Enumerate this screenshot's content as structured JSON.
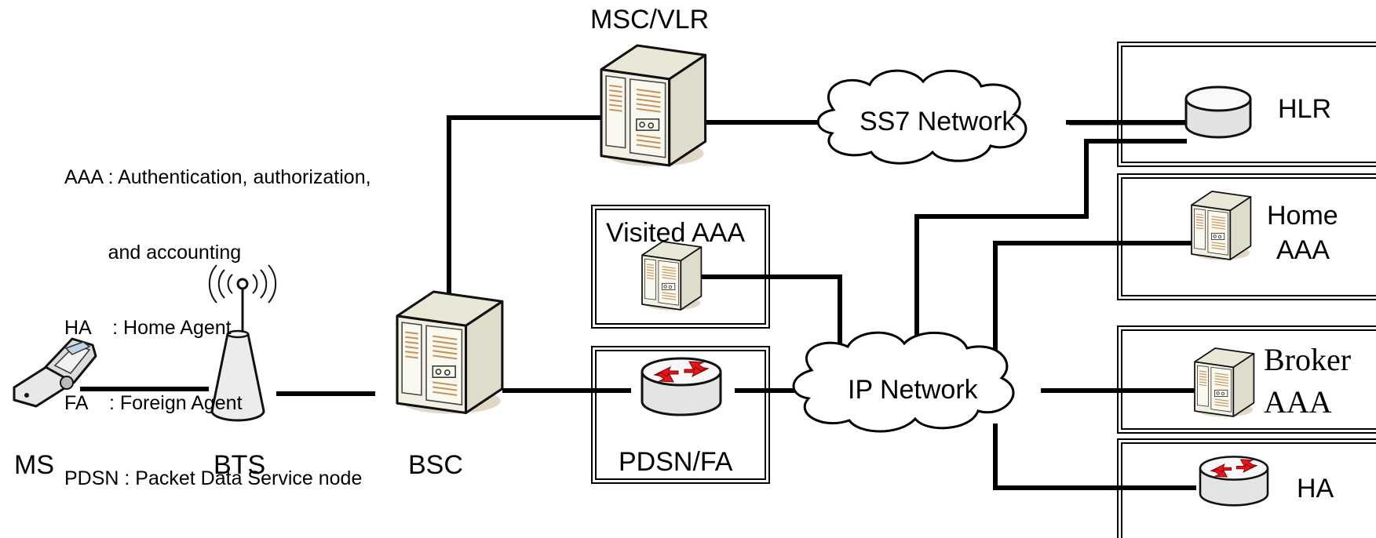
{
  "legend": {
    "aaa": "AAA : Authentication, authorization,",
    "aaa_cont": "        and accounting",
    "ha": "HA    : Home Agent",
    "fa": "FA    : Foreign Agent",
    "pdsn": "PDSN : Packet Data Service node"
  },
  "nodes": {
    "ms": "MS",
    "bts": "BTS",
    "bsc": "BSC",
    "msc_vlr": "MSC/VLR",
    "visited_aaa": "Visited AAA",
    "pdsn_fa": "PDSN/FA",
    "ss7_network": "SS7 Network",
    "ip_network": "IP Network",
    "hlr": "HLR",
    "home_aaa_line1": "Home",
    "home_aaa_line2": "AAA",
    "broker_aaa_line1": "Broker",
    "broker_aaa_line2": "AAA",
    "ha": "HA"
  },
  "colors": {
    "line": "#000000",
    "server_body": "#f1f0e2",
    "server_shadow": "#d8cdb8",
    "router_arrow": "#e8141c",
    "database_fill": "#e6e6e6"
  },
  "icons": [
    "mobile-phone-icon",
    "antenna-tower-icon",
    "server-icon",
    "router-icon",
    "database-icon",
    "cloud-icon"
  ]
}
